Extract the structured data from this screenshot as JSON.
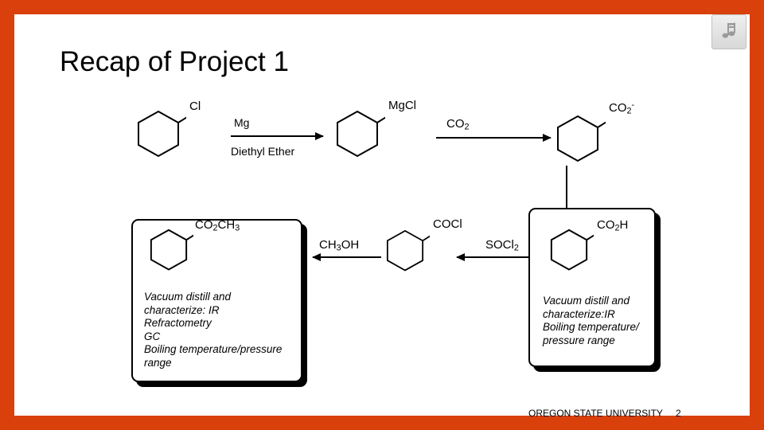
{
  "theme": {
    "border_color": "#D9400B",
    "slide_bg": "#FFFFFF",
    "ink": "#000000"
  },
  "title": "Recap of Project 1",
  "audio_icon": "music-note-icon",
  "footer": {
    "organization": "OREGON STATE UNIVERSITY",
    "slide_number": "2"
  },
  "scheme": {
    "structures": [
      {
        "id": "cyclohexyl-chloride",
        "substituent": "Cl"
      },
      {
        "id": "cyclohexyl-magnesium-chloride",
        "substituent": "MgCl"
      },
      {
        "id": "cyclohexane-carboxylate",
        "substituent": "CO2-"
      },
      {
        "id": "cyclohexane-carboxylic-acid",
        "substituent": "CO2H"
      },
      {
        "id": "cyclohexane-carbonyl-chloride",
        "substituent": "COCl"
      },
      {
        "id": "methyl-cyclohexane-carboxylate",
        "substituent": "CO2CH3"
      }
    ],
    "reagents": {
      "step1_above": "Mg",
      "step1_below": "Diethyl Ether",
      "step2_above": "CO2",
      "step3": "SOCl2",
      "step4": "CH3OH"
    }
  },
  "notes": {
    "acid_box": "Vacuum distill and\ncharacterize:IR\nBoiling temperature/\npressure range",
    "ester_box": "Vacuum distill and\ncharacterize:  IR\nRefractometry\nGC\nBoiling temperature/pressure\nrange"
  }
}
